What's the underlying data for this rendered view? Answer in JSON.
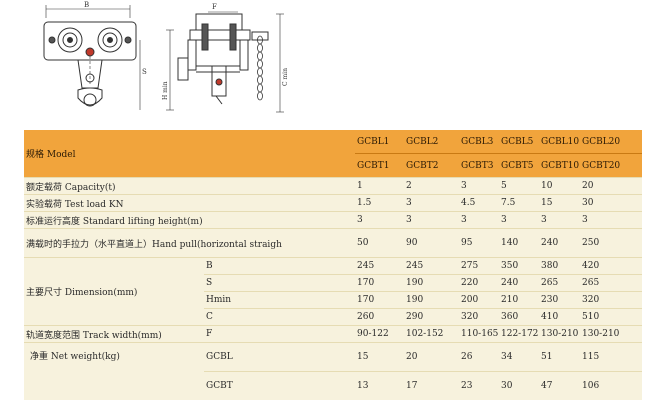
{
  "drawing": {
    "front_view": {
      "dim_b": "B",
      "dim_s": "S"
    },
    "side_view": {
      "dim_f": "F",
      "dim_h": "H min",
      "dim_c": "C min"
    }
  },
  "table": {
    "model_label": "规格 Model",
    "models_bl": [
      "GCBL1",
      "GCBL2",
      "GCBL3",
      "GCBL5",
      "GCBL10",
      "GCBL20"
    ],
    "models_bt": [
      "GCBT1",
      "GCBT2",
      "GCBT3",
      "GCBT5",
      "GCBT10",
      "GCBT20"
    ],
    "rows": {
      "capacity": {
        "label": "额定载荷 Capacity(t)",
        "values": [
          "1",
          "2",
          "3",
          "5",
          "10",
          "20"
        ]
      },
      "test_load": {
        "label": "实验载荷 Test load KN",
        "values": [
          "1.5",
          "3",
          "4.5",
          "7.5",
          "15",
          "30"
        ]
      },
      "lifting_height": {
        "label": "标准运行高度 Standard lifting height(m)",
        "values": [
          "3",
          "3",
          "3",
          "3",
          "3",
          "3"
        ]
      },
      "hand_pull": {
        "label": "满载时的手拉力（水平直道上）Hand pull(horizontal straigh",
        "values": [
          "50",
          "90",
          "95",
          "140",
          "240",
          "250"
        ]
      }
    },
    "dimension_label": "主要尺寸 Dimension(mm)",
    "dimensions": [
      {
        "key": "B",
        "values": [
          "245",
          "245",
          "275",
          "350",
          "380",
          "420"
        ]
      },
      {
        "key": "S",
        "values": [
          "170",
          "190",
          "220",
          "240",
          "265",
          "265"
        ]
      },
      {
        "key": "Hmin",
        "values": [
          "170",
          "190",
          "200",
          "210",
          "230",
          "320"
        ]
      },
      {
        "key": "C",
        "values": [
          "260",
          "290",
          "320",
          "360",
          "410",
          "510"
        ]
      }
    ],
    "track_width": {
      "label": "轨道宽度范围 Track width(mm)",
      "key": "F",
      "values": [
        "90-122",
        "102-152",
        "110-165",
        "122-172",
        "130-210",
        "130-210"
      ]
    },
    "net_weight_label": "净重 Net weight(kg)",
    "net_weight": [
      {
        "key": "GCBL",
        "values": [
          "15",
          "20",
          "26",
          "34",
          "51",
          "115"
        ]
      },
      {
        "key": "GCBT",
        "values": [
          "13",
          "17",
          "23",
          "30",
          "47",
          "106"
        ]
      }
    ]
  }
}
